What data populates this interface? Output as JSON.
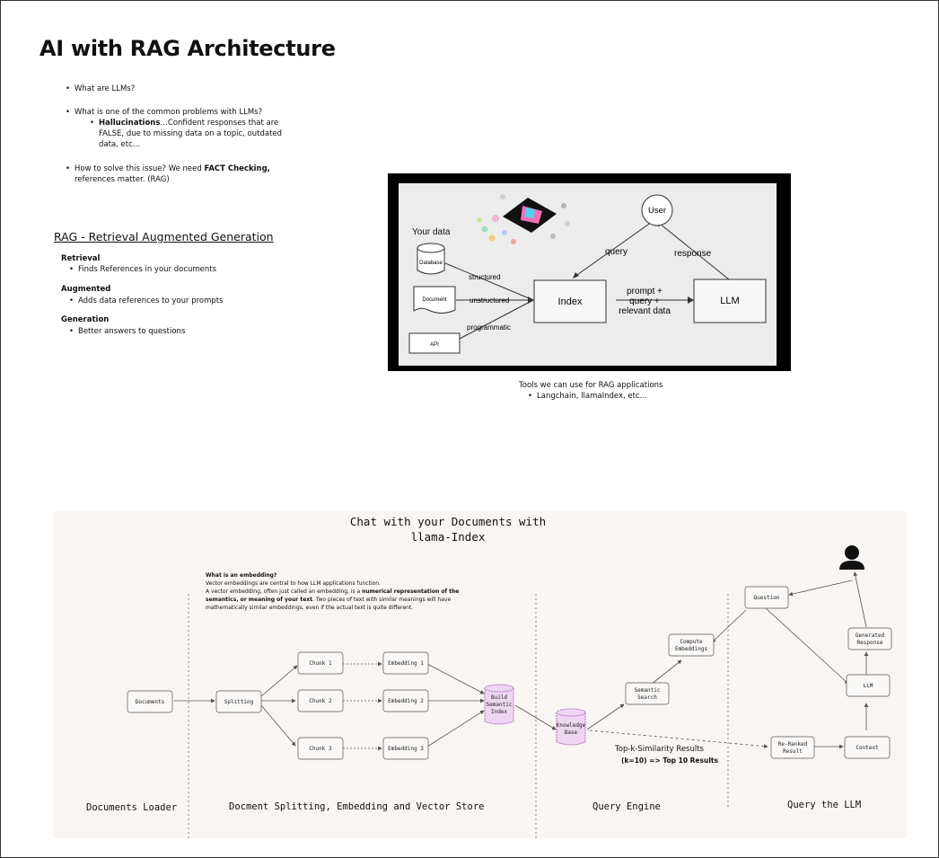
{
  "page_title": "AI with RAG Architecture",
  "intro": {
    "q1": "What are LLMs?",
    "q2": "What is one of the common problems with LLMs?",
    "q2_sub_bold": "Hallucinations",
    "q2_sub_rest_1": "…Confident responses that are",
    "q2_sub_rest_2": "FALSE, due to missing data on a topic, outdated",
    "q2_sub_rest_3": "data, etc…",
    "q3_pre": "How to solve this issue? We need ",
    "q3_bold": "FACT Checking,",
    "q3_line2": "references matter. (RAG)"
  },
  "rag": {
    "heading": "RAG - Retrieval Augmented Generation",
    "sections": [
      {
        "title": "Retrieval",
        "item": "Finds References in your documents"
      },
      {
        "title": "Augmented",
        "item": "Adds data references to your prompts"
      },
      {
        "title": "Generation",
        "item": "Better answers to questions"
      }
    ]
  },
  "rag_image": {
    "your_data": "Your data",
    "database": "Database",
    "document": "Document",
    "api": "API",
    "structured": "structured",
    "unstructured": "unstructured",
    "programmatic": "programmatic",
    "index": "Index",
    "prompt_1": "prompt +",
    "prompt_2": "query +",
    "prompt_3": "relevant data",
    "llm": "LLM",
    "user": "User",
    "query": "query",
    "response": "response"
  },
  "tools": {
    "line1": "Tools we can use for RAG applications",
    "line2": "Langchain, llamaIndex, etc…"
  },
  "diagram": {
    "title_1": "Chat with your Documents with",
    "title_2": "llama-Index",
    "emb_q": "What is an embedding?",
    "emb_l1": "Vector embeddings are central to how LLM applications function.",
    "emb_l2_pre": "A vector embedding, often just called an embedding, is a ",
    "emb_l2_bold": "numerical representation of the",
    "emb_l3_bold": "semantics, or meaning of your text",
    "emb_l3_rest": ". Two pieces of text with similar meanings will have",
    "emb_l4": "mathematically similar embeddings, even if the actual text is quite different.",
    "nodes": {
      "documents": "Documents",
      "splitting": "Splitting",
      "chunk1": "Chunk 1",
      "chunk2": "Chunk 2",
      "chunk3": "Chunk 3",
      "emb1": "Embedding 1",
      "emb2": "Embedding 2",
      "emb3": "Embedding 3",
      "build_1": "Build",
      "build_2": "Semantic",
      "build_3": "Index",
      "kb_1": "Knowledge",
      "kb_2": "Base",
      "semantic_1": "Semantic",
      "semantic_2": "Search",
      "compute_1": "Compute",
      "compute_2": "Embeddings",
      "question": "Question",
      "reranked_1": "Re-Ranked",
      "reranked_2": "Result",
      "context": "Context",
      "llm": "LLM",
      "generated_1": "Generated",
      "generated_2": "Response"
    },
    "topk_1": "Top-k-Similarity Results",
    "topk_2": "(k=10) => Top 10 Results",
    "footers": {
      "loader": "Documents Loader",
      "splitting": "Docment Splitting, Embedding and Vector Store",
      "query_engine": "Query Engine",
      "query_llm": "Query the LLM"
    }
  },
  "colors": {
    "db_fill": "#eed6f2",
    "db_stroke": "#b36cc4",
    "panel_bg": "#f9f5f2"
  }
}
